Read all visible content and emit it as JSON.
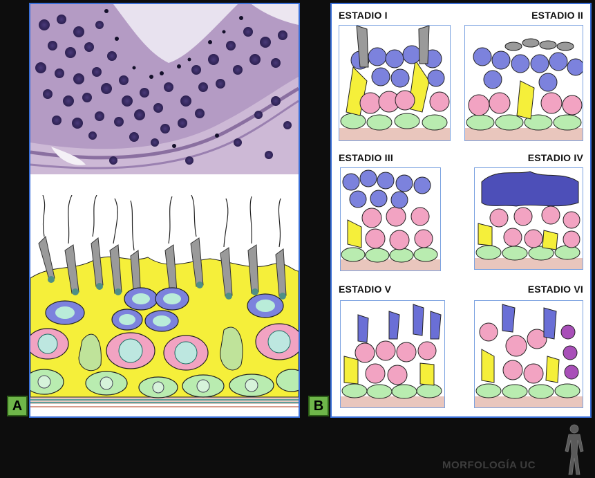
{
  "panel_a": {
    "label": "A"
  },
  "panel_b": {
    "label": "B",
    "stages": [
      {
        "title": "ESTADIO I"
      },
      {
        "title": "ESTADIO II"
      },
      {
        "title": "ESTADIO III"
      },
      {
        "title": "ESTADIO IV"
      },
      {
        "title": "ESTADIO V"
      },
      {
        "title": "ESTADIO VI"
      }
    ]
  },
  "footer": {
    "brand": "MORFOLOGÍA UC"
  },
  "colors": {
    "frame_border": "#3a6fd8",
    "label_tag": "#6fb64a",
    "sertoli_yellow": "#f5ef3a",
    "spermatocyte_pink": "#f2a3c2",
    "spermatid_purple": "#7c82dd",
    "spermatogonia_green": "#b9ecb0",
    "basement_membrane": "#d89a8a"
  },
  "icons": {
    "figure": "human-figure-icon"
  }
}
